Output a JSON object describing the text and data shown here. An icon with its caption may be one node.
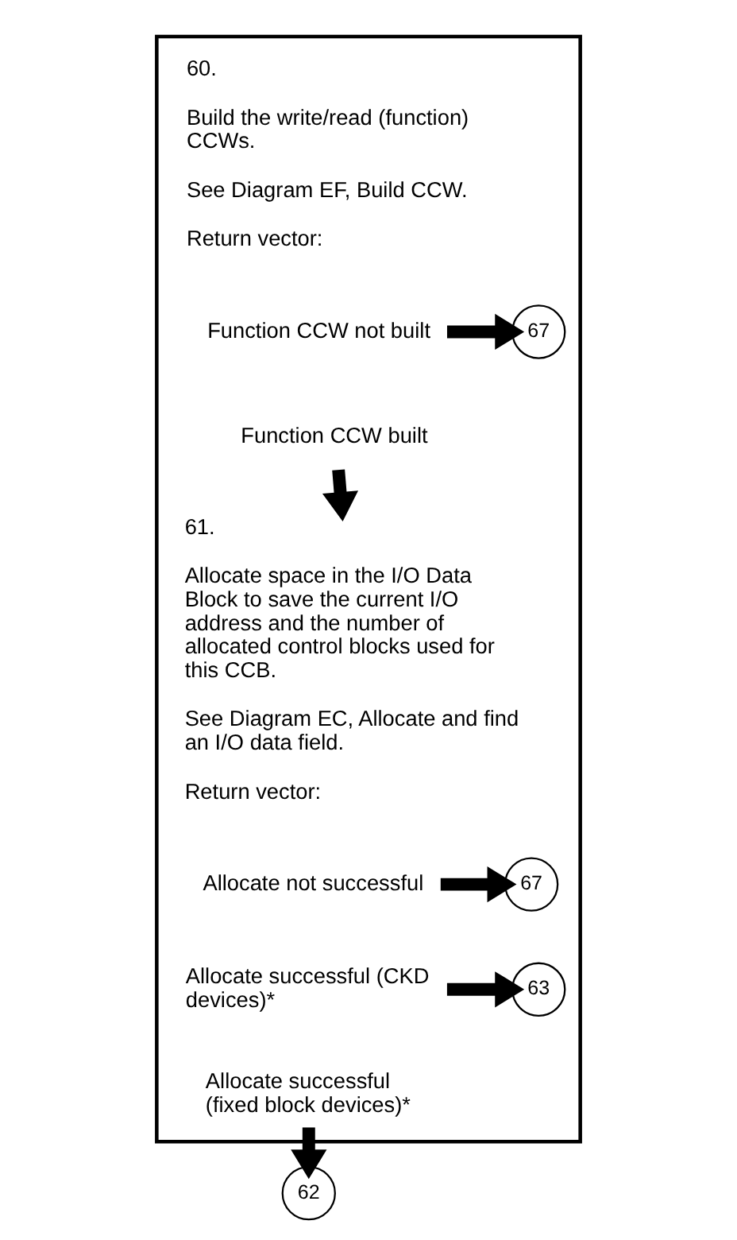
{
  "diagram": {
    "nodes": [
      {
        "text": [],
        "shape": "box"
      },
      {
        "text": [
          "60.",
          "Build the write/read (function) CCWs.",
          "See Diagram EF, Build CCW.",
          "Return vector:"
        ],
        "in": 0
      },
      {
        "text": [
          "Function CCW not built"
        ],
        "in": 0
      },
      {
        "text": [
          "Function CCW built"
        ],
        "in": 0
      },
      {
        "text": [
          "67"
        ],
        "in": 0
      },
      {
        "text": [
          "61.",
          "Allocate space in the I/O Data Block to save the current I/O address and the number of allocated control blocks used for this CCB.",
          "See Diagram EC, Allocate and find an I/O data field.",
          "Return vector:"
        ],
        "in": 0
      },
      {
        "text": [
          "Allocate not successful"
        ],
        "in": 0
      },
      {
        "text": [
          "67"
        ],
        "in": 0
      },
      {
        "text": [
          "Allocate successful (CKD devices)*"
        ],
        "in": 0
      },
      {
        "text": [
          "63"
        ],
        "in": 0
      },
      {
        "text": [
          "Allocate successful (fixed block devices)*"
        ],
        "in": 0
      },
      {
        "text": [
          "62"
        ]
      }
    ],
    "edges": [
      {
        "from": 2,
        "to": 4,
        "arrow": "to"
      },
      {
        "from": 3,
        "to": 5,
        "arrow": "to"
      },
      {
        "from": 6,
        "to": 7,
        "arrow": "to"
      },
      {
        "from": 8,
        "to": 9,
        "arrow": "to"
      },
      {
        "from": 10,
        "to": 11,
        "arrow": "to"
      }
    ]
  }
}
